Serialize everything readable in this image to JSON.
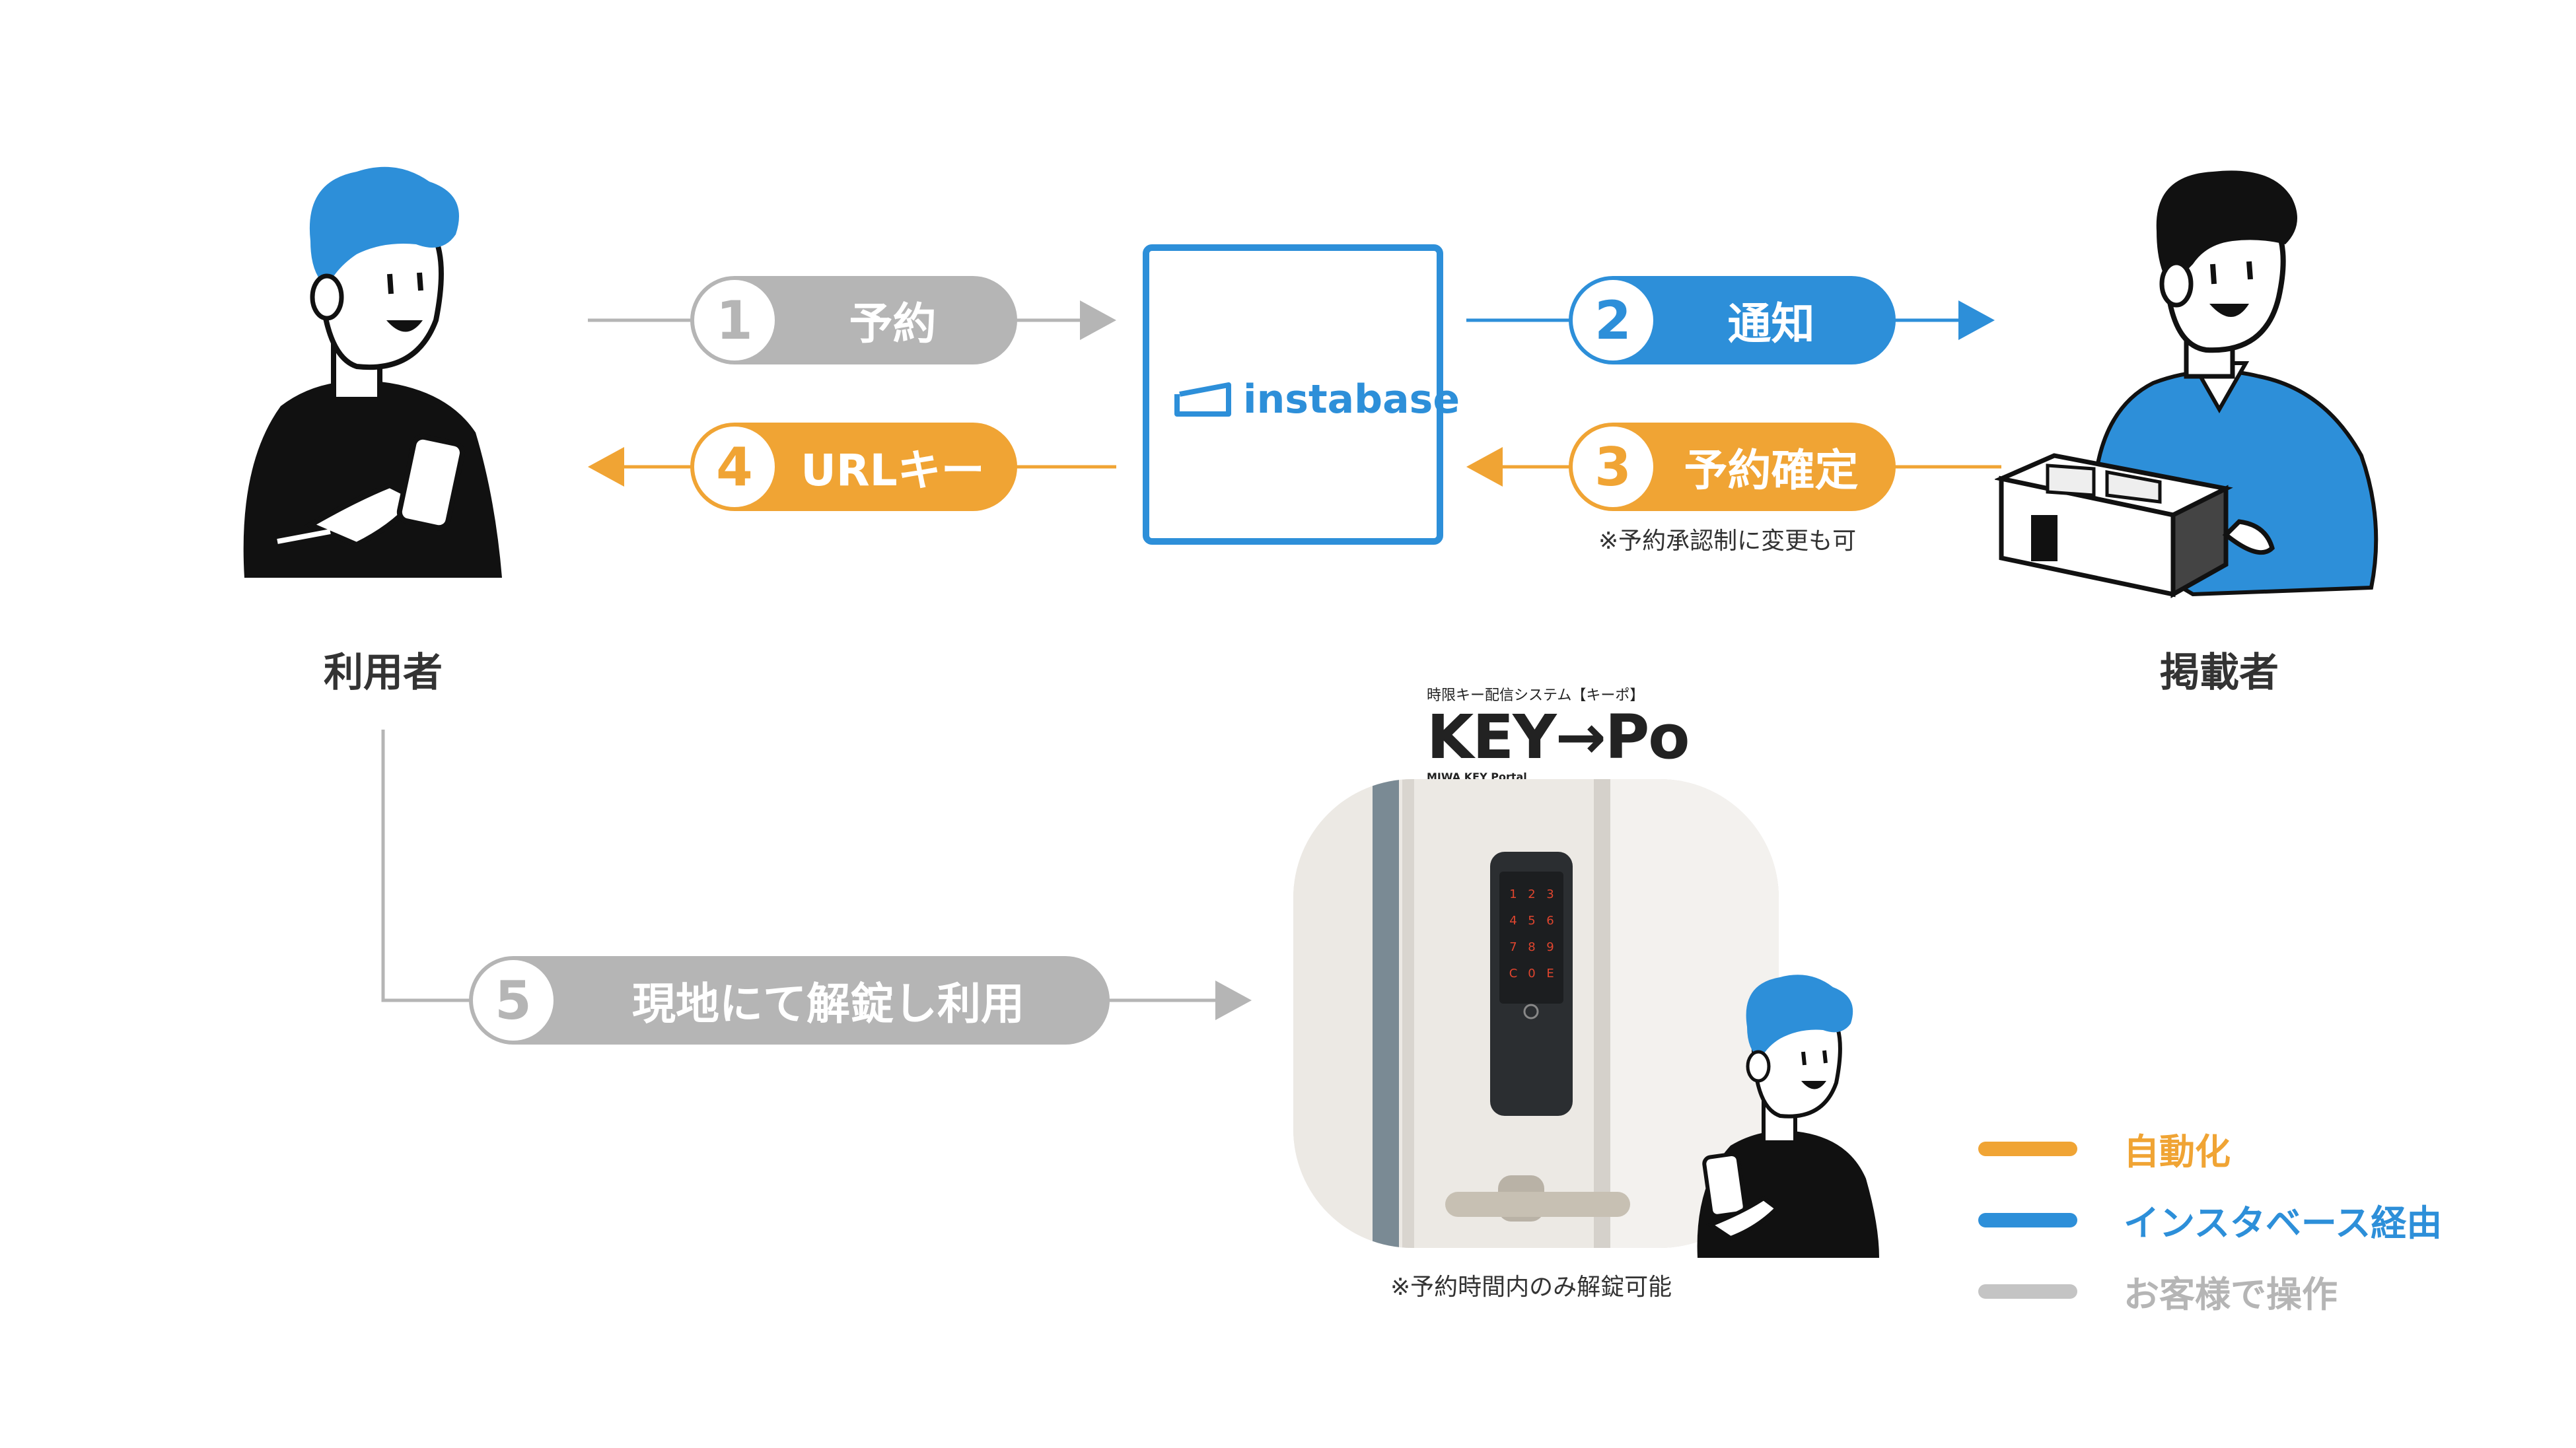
{
  "actors": {
    "user_label": "利用者",
    "host_label": "掲載者"
  },
  "center": {
    "brand": "instabase"
  },
  "steps": [
    {
      "num": "1",
      "label": "予約"
    },
    {
      "num": "2",
      "label": "通知"
    },
    {
      "num": "3",
      "label": "予約確定"
    },
    {
      "num": "4",
      "label": "URLキー"
    },
    {
      "num": "5",
      "label": "現地にて解錠し利用"
    }
  ],
  "notes": {
    "step3_note": "※予約承認制に変更も可",
    "lock_note": "※予約時間内のみ解錠可能"
  },
  "keypo": {
    "tagline": "時限キー配信システム【キーポ】",
    "logo": "KEY→Po",
    "sub": "MIWA KEY Portal",
    "keypad_digits": [
      "1",
      "2",
      "3",
      "4",
      "5",
      "6",
      "7",
      "8",
      "9",
      "C",
      "0",
      "E"
    ]
  },
  "legend": [
    {
      "label": "自動化",
      "color": "#f0a434"
    },
    {
      "label": "インスタベース経由",
      "color": "#2d8fd9"
    },
    {
      "label": "お客様で操作",
      "color": "#c4c4c4"
    }
  ],
  "colors": {
    "orange": "#f0a434",
    "blue": "#2d8fd9",
    "gray": "#b5b5b5",
    "ink": "#111111"
  }
}
